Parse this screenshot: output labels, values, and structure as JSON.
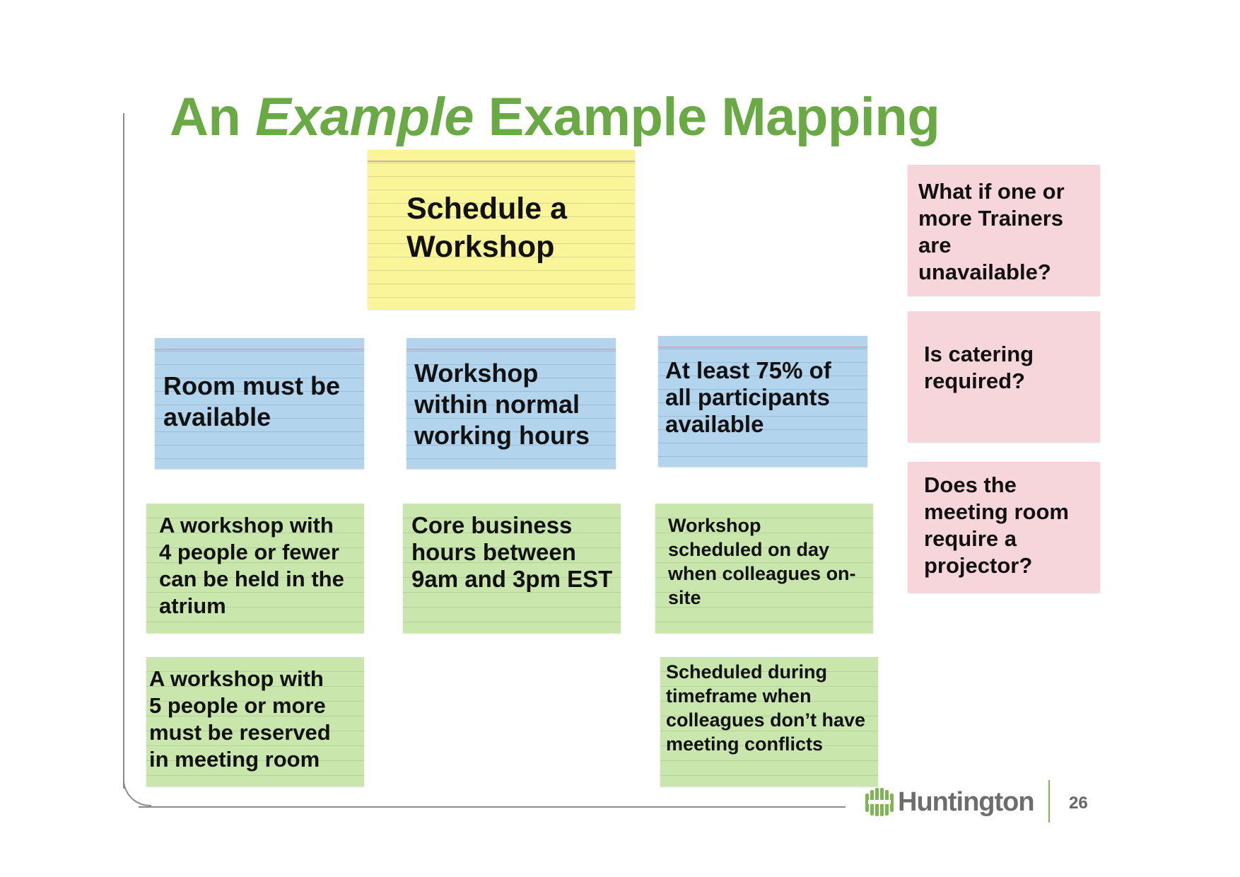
{
  "slide": {
    "title_prefix": "An ",
    "title_italic": "Example",
    "title_suffix": " Example Mapping",
    "logo_text": "Huntington",
    "page_number": "26"
  },
  "cards": {
    "story": "Schedule a\nWorkshop",
    "rules": [
      "Room must be\navailable",
      "Workshop\nwithin normal\nworking hours",
      "At least 75% of\nall participants\navailable"
    ],
    "examples": [
      "A workshop with\n4 people or fewer\ncan be held in the\natrium",
      "Core business\nhours between\n9am and 3pm EST",
      "Workshop\nscheduled on day\nwhen colleagues on-\nsite",
      "A workshop with\n5 people or more\nmust be reserved\nin meeting room",
      "Scheduled during\ntimeframe when\ncolleagues don’t have\nmeeting conflicts"
    ],
    "questions": [
      "What if one or\nmore Trainers\nare\nunavailable?",
      "Is catering\nrequired?",
      "Does the\nmeeting room\nrequire a\nprojector?"
    ]
  },
  "colors": {
    "title_green": "#6aaa45",
    "story_yellow": "#fbf59a",
    "rule_blue": "#b2d4ec",
    "example_green": "#c9e6ad",
    "question_pink": "#f6d6db"
  }
}
